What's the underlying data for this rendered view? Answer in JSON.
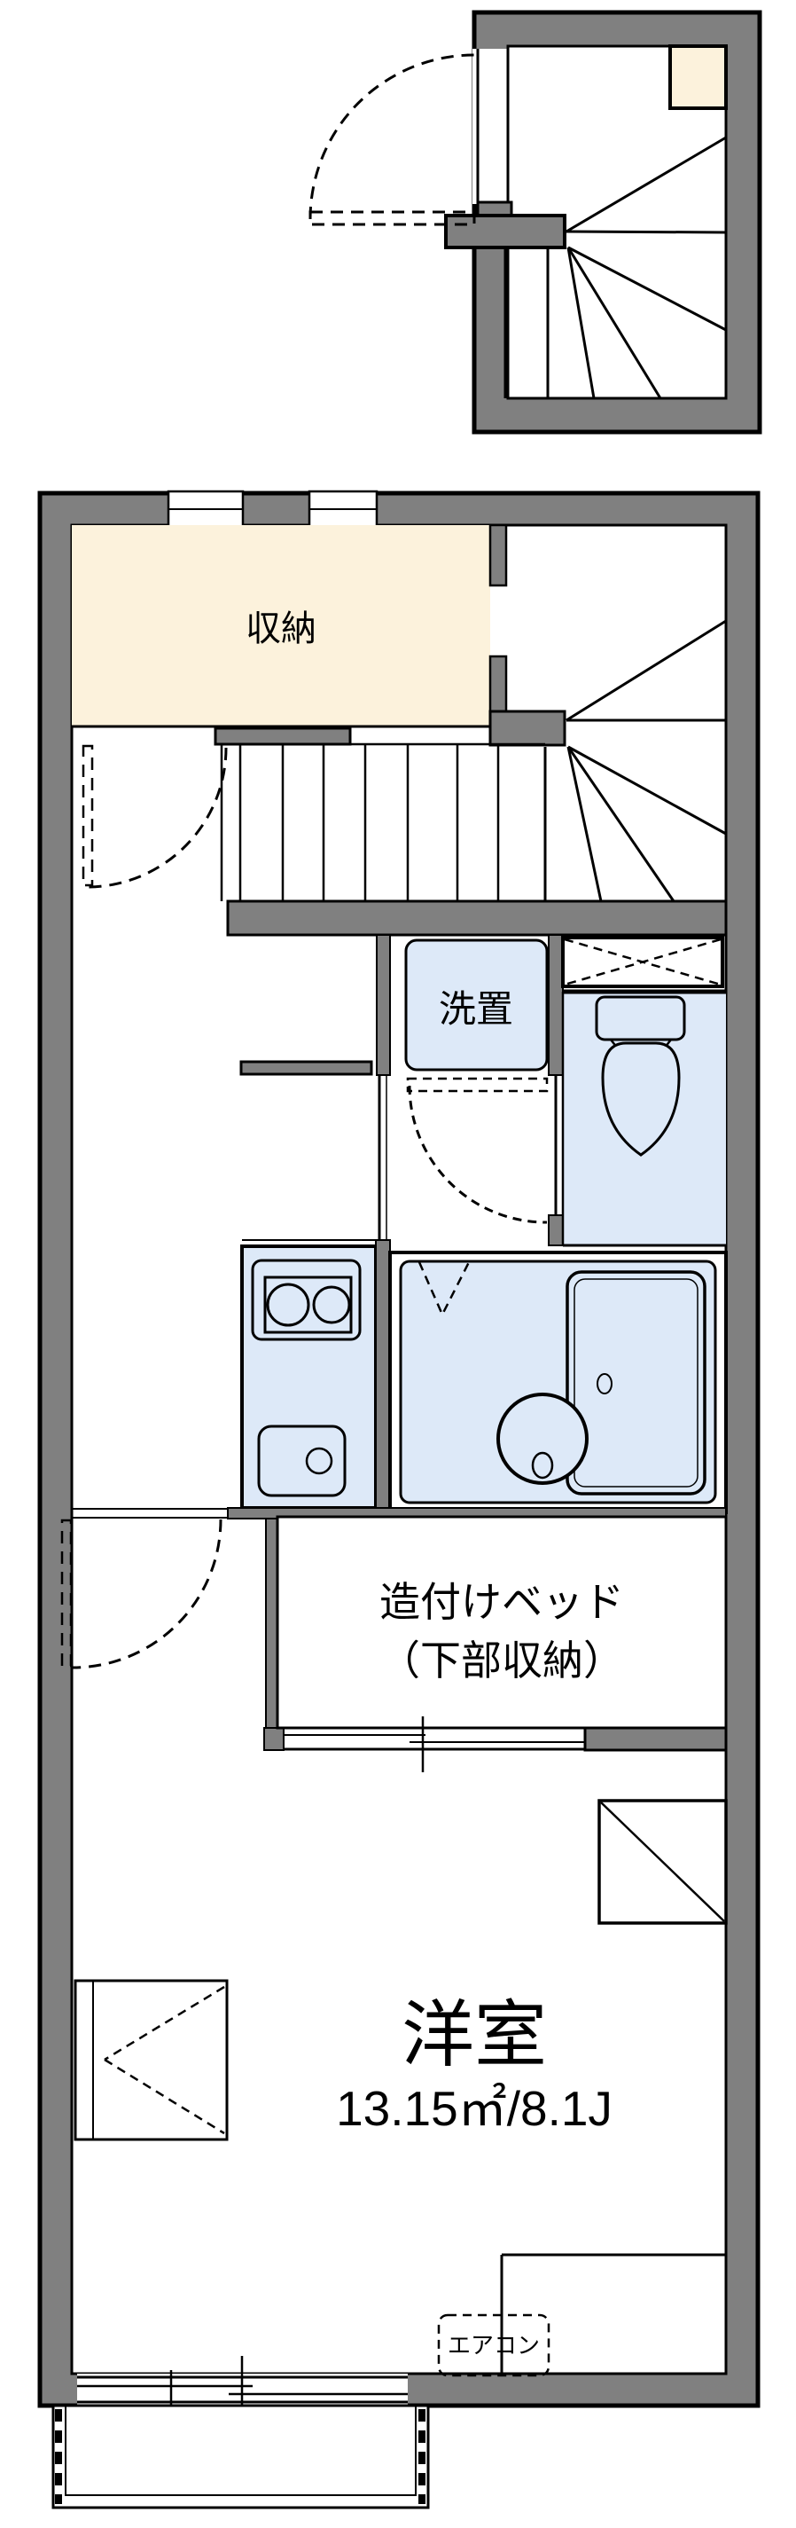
{
  "plan": {
    "type": "japanese-apartment-floor-plan",
    "colors": {
      "wall_gray": "#808080",
      "closet_cream": "#fcf2dc",
      "fixture_blue": "#dde9f8",
      "line_black": "#000000",
      "background": "#ffffff"
    },
    "labels": {
      "storage_closet": "収納",
      "washer_space": "洗置",
      "built_in_bed_line1": "造付けベッド",
      "built_in_bed_line2": "（下部収納）",
      "western_room": "洋室",
      "western_room_size": "13.15㎡/8.1J",
      "air_conditioner": "エアコン"
    },
    "rooms": [
      {
        "name": "upper-stair-landing",
        "label": ""
      },
      {
        "name": "storage-closet",
        "label": "収納"
      },
      {
        "name": "staircase",
        "label": ""
      },
      {
        "name": "washroom",
        "label": "洗置"
      },
      {
        "name": "toilet",
        "label": ""
      },
      {
        "name": "kitchen",
        "label": ""
      },
      {
        "name": "unit-bath",
        "label": ""
      },
      {
        "name": "built-in-bed",
        "label": "造付けベッド（下部収納）"
      },
      {
        "name": "western-room",
        "label": "洋室 13.15㎡/8.1J",
        "area_sqm": "13.15",
        "area_tatami": "8.1J"
      },
      {
        "name": "balcony",
        "label": ""
      }
    ]
  }
}
